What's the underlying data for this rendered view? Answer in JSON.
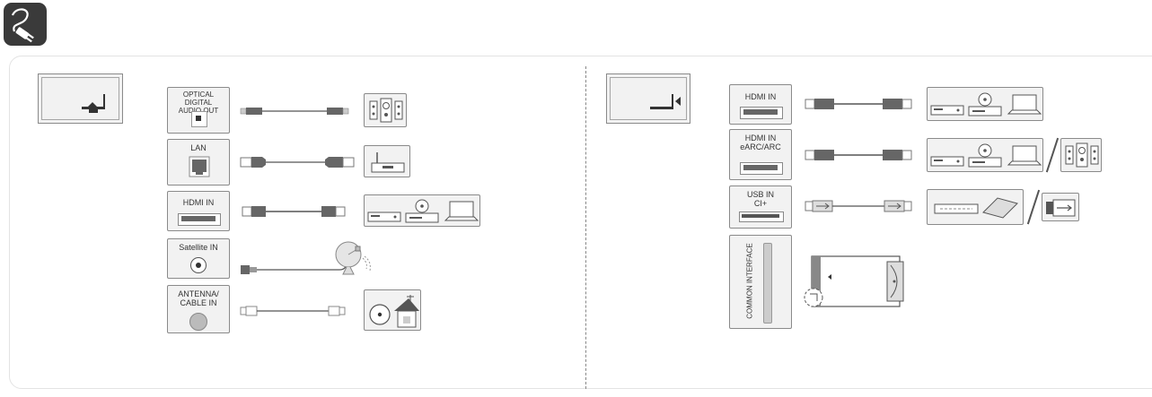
{
  "ports_left": [
    {
      "id": "optical",
      "label": "OPTICAL DIGITAL AUDIO OUT"
    },
    {
      "id": "lan",
      "label": "LAN"
    },
    {
      "id": "hdmi",
      "label": "HDMI IN"
    },
    {
      "id": "satellite",
      "label": "Satellite IN"
    },
    {
      "id": "antenna",
      "label": "ANTENNA/ CABLE IN"
    }
  ],
  "ports_right": [
    {
      "id": "hdmi",
      "label": "HDMI IN"
    },
    {
      "id": "hdmi-earc",
      "label": "HDMI IN eARC/ARC"
    },
    {
      "id": "usb",
      "label": "USB IN CI+"
    },
    {
      "id": "ci",
      "label": "COMMON INTERFACE"
    }
  ],
  "colors": {
    "frame": "#8a8a8a",
    "fill": "#f2f2f2",
    "dark": "#333333",
    "header_icon": "#3a3a3a"
  },
  "icons": [
    "cable-connection-icon",
    "speaker-icon",
    "router-icon",
    "set-top-box-icon",
    "dvd-player-icon",
    "laptop-icon",
    "satellite-dish-icon",
    "house-antenna-icon",
    "usb-drive-icon",
    "hard-drive-icon",
    "ci-card-icon"
  ]
}
